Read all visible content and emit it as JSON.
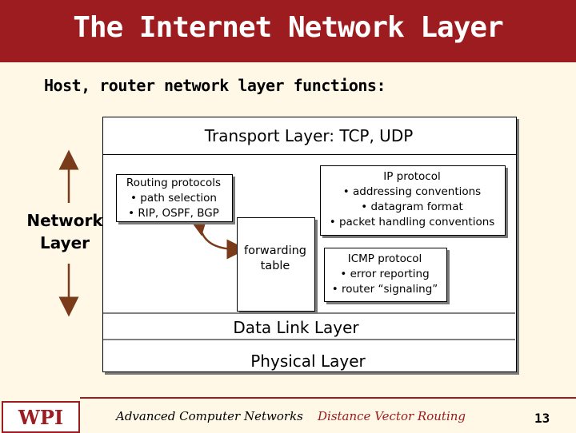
{
  "slide": {
    "title": "The Internet Network Layer",
    "subtitle": "Host, router network layer functions:",
    "page_number": "13"
  },
  "layers": {
    "transport": "Transport Layer: TCP, UDP",
    "network_label": "Network Layer",
    "data_link": "Data Link Layer",
    "physical": "Physical Layer"
  },
  "boxes": {
    "routing": [
      "Routing protocols",
      "• path selection",
      "• RIP, OSPF, BGP"
    ],
    "ip": [
      "IP protocol",
      "• addressing conventions",
      "• datagram format",
      "• packet handling conventions"
    ],
    "forwarding": [
      "forwarding",
      "table"
    ],
    "icmp": [
      "ICMP protocol",
      "• error reporting",
      "• router “signaling”"
    ]
  },
  "footer": {
    "logo": "WPI",
    "left": "Advanced Computer Networks",
    "right": "Distance Vector Routing"
  },
  "colors": {
    "brand": "#9c1c20",
    "background": "#fff8e6"
  }
}
